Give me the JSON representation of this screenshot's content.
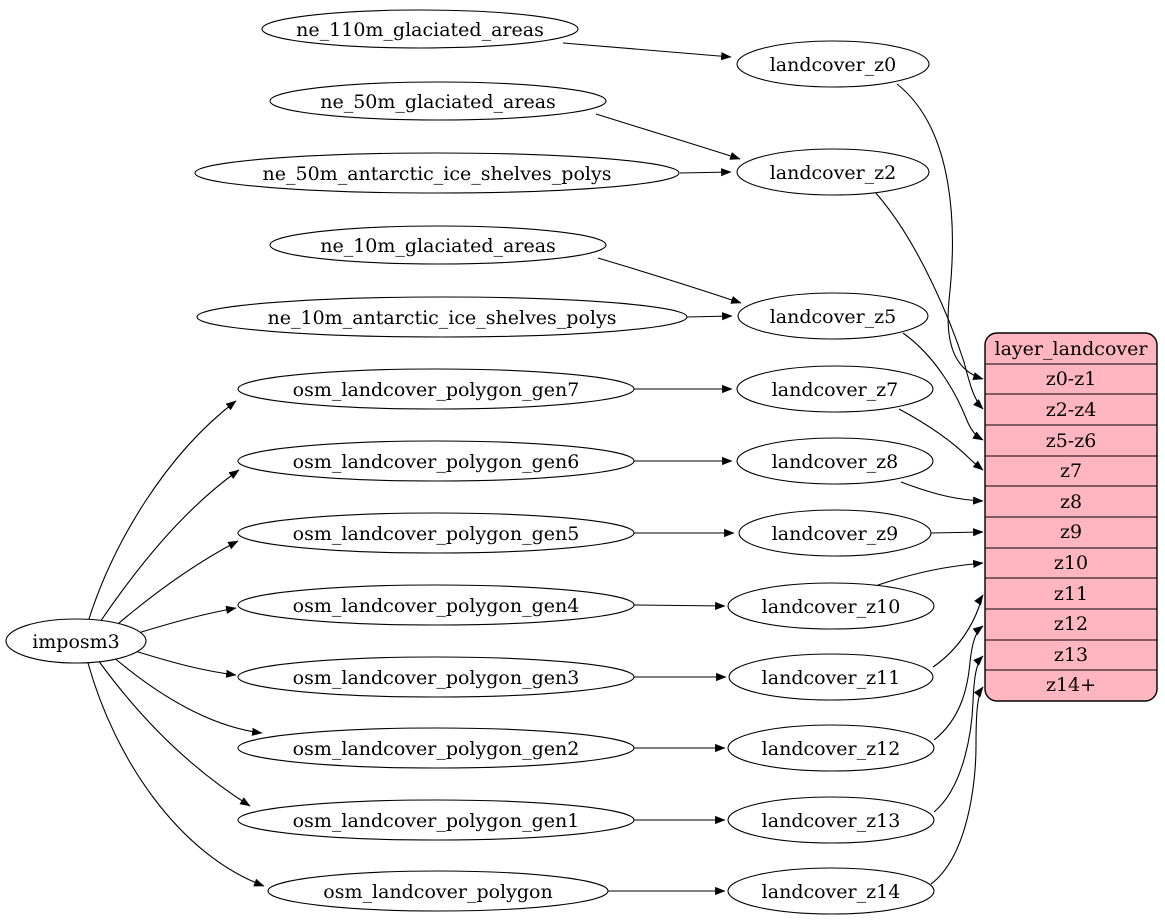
{
  "diagram": {
    "kind": "dependency-graph",
    "background_color": "#ffffff",
    "node_fill": "#ffffff",
    "node_stroke": "#000000",
    "edge_color": "#000000",
    "table_fill": "#ffb6c1",
    "table_stroke": "#000000",
    "text_color": "#000000"
  },
  "nodes": {
    "imposm3": {
      "label": "imposm3"
    },
    "ne_110m_glaciated_areas": {
      "label": "ne_110m_glaciated_areas"
    },
    "ne_50m_glaciated_areas": {
      "label": "ne_50m_glaciated_areas"
    },
    "ne_50m_antarctic_ice_shelves_polys": {
      "label": "ne_50m_antarctic_ice_shelves_polys"
    },
    "ne_10m_glaciated_areas": {
      "label": "ne_10m_glaciated_areas"
    },
    "ne_10m_antarctic_ice_shelves_polys": {
      "label": "ne_10m_antarctic_ice_shelves_polys"
    },
    "osm_landcover_polygon_gen7": {
      "label": "osm_landcover_polygon_gen7"
    },
    "osm_landcover_polygon_gen6": {
      "label": "osm_landcover_polygon_gen6"
    },
    "osm_landcover_polygon_gen5": {
      "label": "osm_landcover_polygon_gen5"
    },
    "osm_landcover_polygon_gen4": {
      "label": "osm_landcover_polygon_gen4"
    },
    "osm_landcover_polygon_gen3": {
      "label": "osm_landcover_polygon_gen3"
    },
    "osm_landcover_polygon_gen2": {
      "label": "osm_landcover_polygon_gen2"
    },
    "osm_landcover_polygon_gen1": {
      "label": "osm_landcover_polygon_gen1"
    },
    "osm_landcover_polygon": {
      "label": "osm_landcover_polygon"
    },
    "landcover_z0": {
      "label": "landcover_z0"
    },
    "landcover_z2": {
      "label": "landcover_z2"
    },
    "landcover_z5": {
      "label": "landcover_z5"
    },
    "landcover_z7": {
      "label": "landcover_z7"
    },
    "landcover_z8": {
      "label": "landcover_z8"
    },
    "landcover_z9": {
      "label": "landcover_z9"
    },
    "landcover_z10": {
      "label": "landcover_z10"
    },
    "landcover_z11": {
      "label": "landcover_z11"
    },
    "landcover_z12": {
      "label": "landcover_z12"
    },
    "landcover_z13": {
      "label": "landcover_z13"
    },
    "landcover_z14": {
      "label": "landcover_z14"
    }
  },
  "table": {
    "title": "layer_landcover",
    "rows": [
      "z0-z1",
      "z2-z4",
      "z5-z6",
      "z7",
      "z8",
      "z9",
      "z10",
      "z11",
      "z12",
      "z13",
      "z14+"
    ]
  },
  "edges": [
    {
      "from": "ne_110m_glaciated_areas",
      "to": "landcover_z0"
    },
    {
      "from": "ne_50m_glaciated_areas",
      "to": "landcover_z2"
    },
    {
      "from": "ne_50m_antarctic_ice_shelves_polys",
      "to": "landcover_z2"
    },
    {
      "from": "ne_10m_glaciated_areas",
      "to": "landcover_z5"
    },
    {
      "from": "ne_10m_antarctic_ice_shelves_polys",
      "to": "landcover_z5"
    },
    {
      "from": "imposm3",
      "to": "osm_landcover_polygon_gen7"
    },
    {
      "from": "imposm3",
      "to": "osm_landcover_polygon_gen6"
    },
    {
      "from": "imposm3",
      "to": "osm_landcover_polygon_gen5"
    },
    {
      "from": "imposm3",
      "to": "osm_landcover_polygon_gen4"
    },
    {
      "from": "imposm3",
      "to": "osm_landcover_polygon_gen3"
    },
    {
      "from": "imposm3",
      "to": "osm_landcover_polygon_gen2"
    },
    {
      "from": "imposm3",
      "to": "osm_landcover_polygon_gen1"
    },
    {
      "from": "imposm3",
      "to": "osm_landcover_polygon"
    },
    {
      "from": "osm_landcover_polygon_gen7",
      "to": "landcover_z7"
    },
    {
      "from": "osm_landcover_polygon_gen6",
      "to": "landcover_z8"
    },
    {
      "from": "osm_landcover_polygon_gen5",
      "to": "landcover_z9"
    },
    {
      "from": "osm_landcover_polygon_gen4",
      "to": "landcover_z10"
    },
    {
      "from": "osm_landcover_polygon_gen3",
      "to": "landcover_z11"
    },
    {
      "from": "osm_landcover_polygon_gen2",
      "to": "landcover_z12"
    },
    {
      "from": "osm_landcover_polygon_gen1",
      "to": "landcover_z13"
    },
    {
      "from": "osm_landcover_polygon",
      "to": "landcover_z14"
    },
    {
      "from": "landcover_z0",
      "to": "layer_landcover:z0-z1"
    },
    {
      "from": "landcover_z2",
      "to": "layer_landcover:z2-z4"
    },
    {
      "from": "landcover_z5",
      "to": "layer_landcover:z5-z6"
    },
    {
      "from": "landcover_z7",
      "to": "layer_landcover:z7"
    },
    {
      "from": "landcover_z8",
      "to": "layer_landcover:z8"
    },
    {
      "from": "landcover_z9",
      "to": "layer_landcover:z9"
    },
    {
      "from": "landcover_z10",
      "to": "layer_landcover:z10"
    },
    {
      "from": "landcover_z11",
      "to": "layer_landcover:z11"
    },
    {
      "from": "landcover_z12",
      "to": "layer_landcover:z12"
    },
    {
      "from": "landcover_z13",
      "to": "layer_landcover:z13"
    },
    {
      "from": "landcover_z14",
      "to": "layer_landcover:z14+"
    }
  ]
}
